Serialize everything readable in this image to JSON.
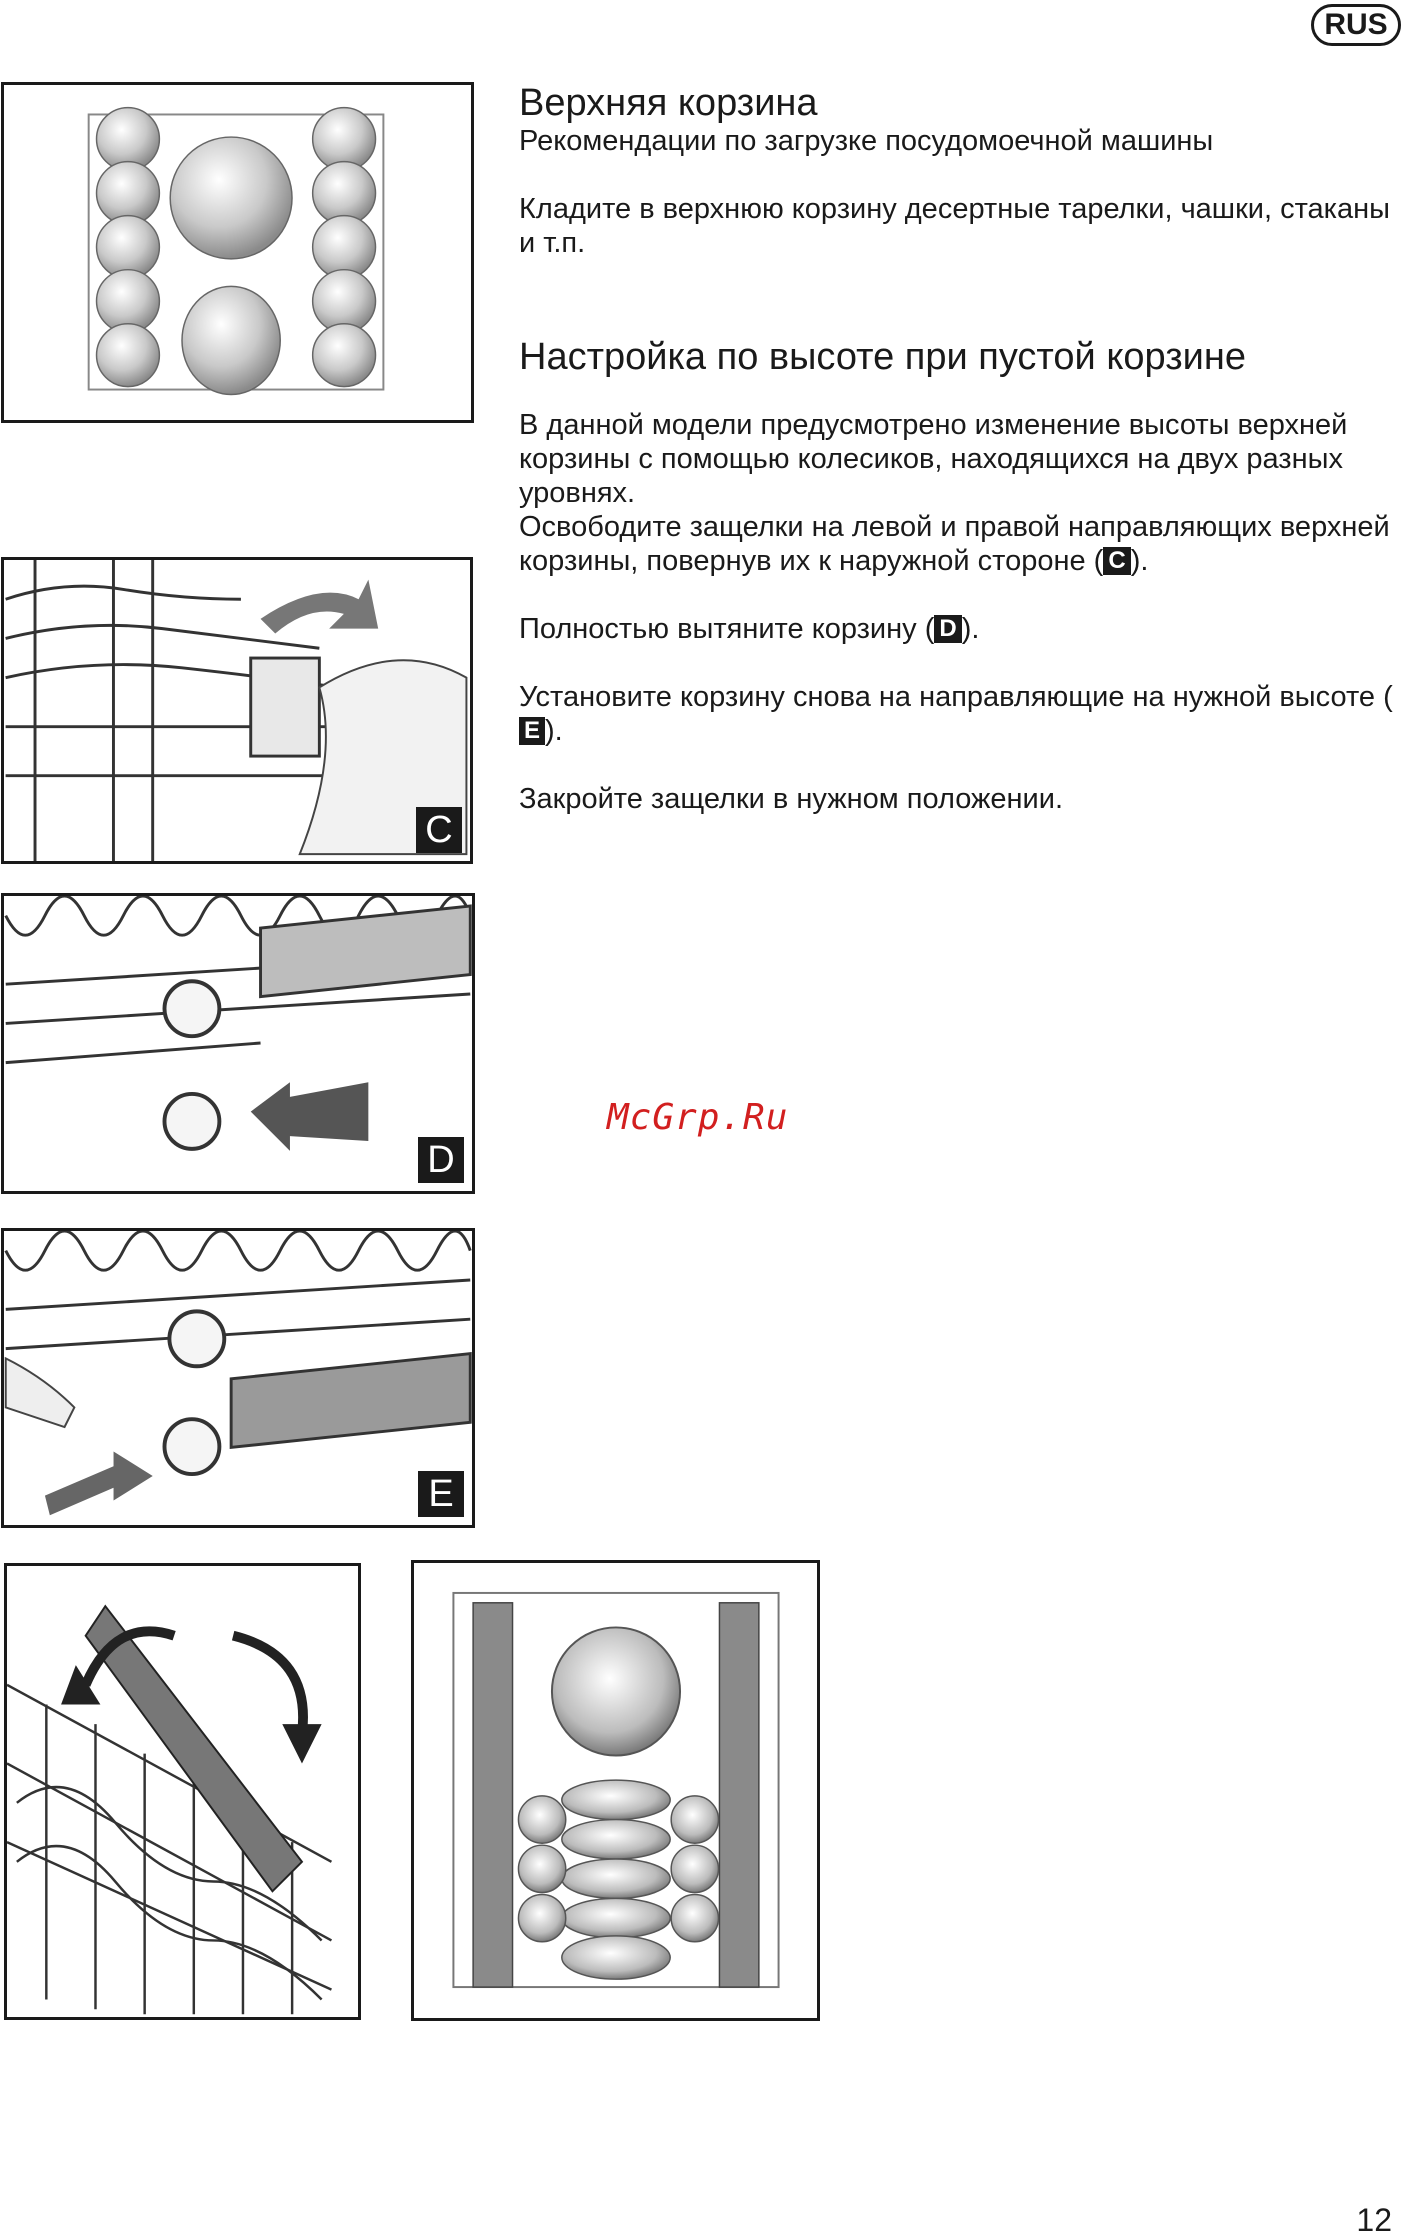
{
  "header": {
    "lang_badge": "RUS"
  },
  "section1": {
    "title": "Верхняя корзина",
    "subtitle": "Рекомендации по загрузке посудомоечной машины",
    "para": "Кладите в верхнюю корзину десертные тарелки, чашки, стаканы и т.п."
  },
  "section2": {
    "title": "Настройка по высоте при пустой корзине",
    "para1": "В данной модели предусмотрено изменение высоты верхней корзины с помощью колесиков, находящихся на двух разных уровнях.",
    "para2_pre": "Освободите защелки на левой и правой направляющих верхней корзины, повернув их к наружной стороне (",
    "para2_post": ").",
    "para3_pre": "Полностью вытяните корзину (",
    "para3_post": ").",
    "para4_pre": "Установите корзину снова на направляющие на нужной высоте (",
    "para4_post": ").",
    "para5": "Закройте защелки в нужном положении."
  },
  "figures": {
    "c": "C",
    "d": "D",
    "e": "E"
  },
  "watermark": "McGrp.Ru",
  "page_number": "12"
}
